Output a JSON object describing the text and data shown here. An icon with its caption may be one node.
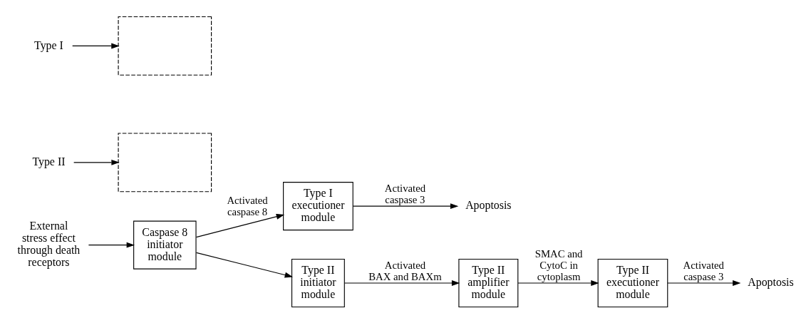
{
  "diagram": {
    "nodes": [
      {
        "text": [
          "External stress effect through death receptors"
        ]
      },
      {
        "text": [
          "Caspase 8 initiator module"
        ]
      },
      {
        "text": [
          "Type I executioner module"
        ]
      },
      {
        "text": [
          "Apoptosis"
        ]
      },
      {
        "text": [
          "Type II initiator module"
        ]
      },
      {
        "text": [
          "Type II amplifier module"
        ]
      },
      {
        "text": [
          "Type II executioner module"
        ]
      },
      {
        "text": [
          "Apoptosis"
        ]
      },
      {
        "text": [],
        "shape": "box"
      },
      {
        "text": [],
        "shape": "box"
      },
      {
        "text": [
          "Type I"
        ]
      },
      {
        "text": [
          "Type II"
        ]
      }
    ],
    "edges": [
      {
        "from": 0,
        "to": 1,
        "arrow": "to"
      },
      {
        "from": 1,
        "to": 2,
        "arrow": "to",
        "label": "Activated caspase 8"
      },
      {
        "from": 1,
        "to": 4,
        "arrow": "to"
      },
      {
        "from": 2,
        "to": 3,
        "arrow": "to",
        "label": "Activated caspase 3"
      },
      {
        "from": 4,
        "to": 5,
        "arrow": "to",
        "label": "Activated BAX and BAXm"
      },
      {
        "from": 5,
        "to": 6,
        "arrow": "to",
        "label": "SMAC and CytoC in cytoplasm"
      },
      {
        "from": 6,
        "to": 7,
        "arrow": "to",
        "label": "Activated caspase 3"
      },
      {
        "from": 10,
        "to": 8,
        "arrow": "to"
      },
      {
        "from": 11,
        "to": 9,
        "arrow": "to"
      }
    ]
  }
}
